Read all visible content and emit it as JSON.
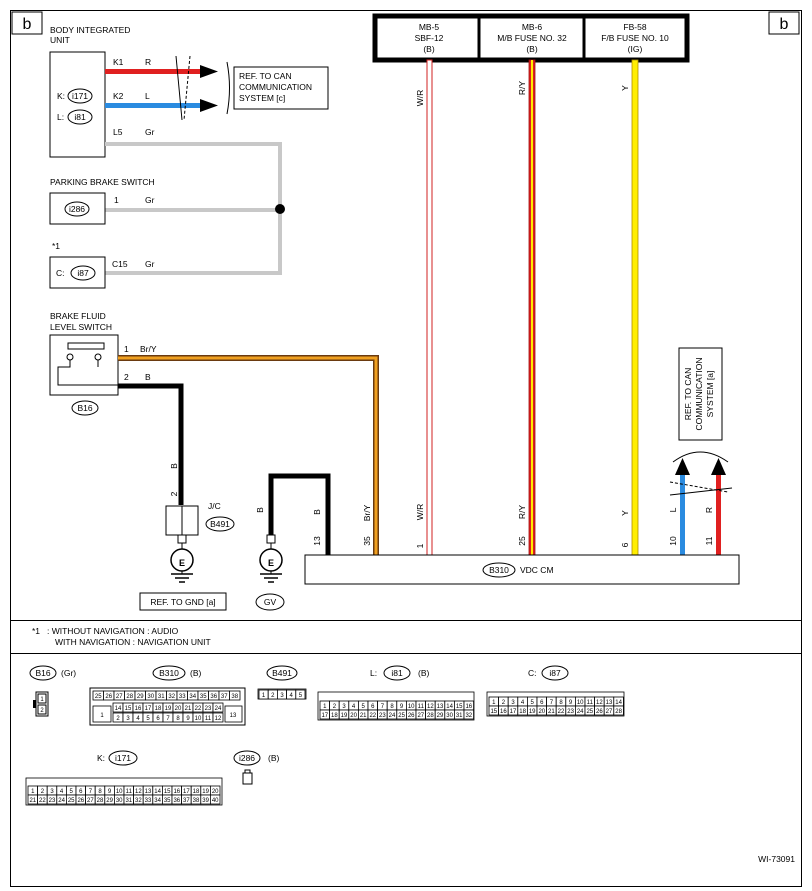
{
  "page": {
    "marker_left": "b",
    "marker_right": "b",
    "figure_id": "WI-73091"
  },
  "colors": {
    "R": "#e02020",
    "L": "#2a8be0",
    "Y": "#ffee00",
    "Gr": "#c8c8c8",
    "B": "#000000",
    "W": "#ffffff",
    "BrY": "#f0a020"
  },
  "fuses": [
    {
      "line1": "MB-5",
      "line2": "SBF-12",
      "line3": "(B)"
    },
    {
      "line1": "MB-6",
      "line2": "M/B FUSE NO. 32",
      "line3": "(B)"
    },
    {
      "line1": "FB-58",
      "line2": "F/B FUSE NO. 10",
      "line3": "(IG)"
    }
  ],
  "body_unit": {
    "title1": "BODY INTEGRATED",
    "title2": "UNIT",
    "conn_k_prefix": "K:",
    "conn_k": "i171",
    "conn_l_prefix": "L:",
    "conn_l": "i81",
    "wires": [
      {
        "pin": "K1",
        "color": "R"
      },
      {
        "pin": "K2",
        "color": "L"
      },
      {
        "pin": "L5",
        "color": "Gr"
      }
    ]
  },
  "ref_can_left": {
    "line1": "REF. TO CAN",
    "line2": "COMMUNICATION",
    "line3": "SYSTEM [c]"
  },
  "ref_can_right": {
    "line1": "REF. TO CAN",
    "line2": "COMMUNICATION",
    "line3": "SYSTEM [a]"
  },
  "parking_brake": {
    "title": "PARKING BRAKE SWITCH",
    "conn": "i286",
    "pin": "1",
    "color": "Gr"
  },
  "star_comp": {
    "mark": "*1",
    "prefix": "C:",
    "conn": "i87",
    "pin": "C15",
    "color": "Gr"
  },
  "brake_fluid": {
    "title1": "BRAKE FLUID",
    "title2": "LEVEL SWITCH",
    "conn": "B16",
    "pin1": "1",
    "color1": "Br/Y",
    "pin2": "2",
    "color2": "B"
  },
  "jc": {
    "label": "J/C",
    "conn": "B491",
    "wire_color": "B",
    "pin": "2",
    "ground_symbol": "E",
    "ref": "REF. TO GND [a]"
  },
  "gv": {
    "wire_color": "B",
    "ground_symbol": "E",
    "label": "GV"
  },
  "vdc": {
    "conn": "B310",
    "name": "VDC CM",
    "pins": [
      {
        "pin": "13",
        "color": "B"
      },
      {
        "pin": "35",
        "color": "Br/Y"
      },
      {
        "pin": "1",
        "color": "W/R"
      },
      {
        "pin": "25",
        "color": "R/Y"
      },
      {
        "pin": "6",
        "color": "Y"
      },
      {
        "pin": "10",
        "color": "L"
      },
      {
        "pin": "11",
        "color": "R"
      }
    ]
  },
  "top_wire_labels": {
    "w1": "W/R",
    "w2": "R/Y",
    "w3": "Y"
  },
  "notes": {
    "mark": "*1",
    "line1": ": WITHOUT NAVIGATION  : AUDIO",
    "line2": "WITH NAVIGATION  : NAVIGATION UNIT"
  },
  "legend": {
    "b16": {
      "name": "B16",
      "suffix": "(Gr)",
      "pins": [
        "1",
        "2"
      ]
    },
    "b310": {
      "name": "B310",
      "suffix": "(B)",
      "row1": [
        "25",
        "26",
        "27",
        "28",
        "29",
        "30",
        "31",
        "32",
        "33",
        "34",
        "35",
        "36",
        "37",
        "38"
      ],
      "row2": [
        "14",
        "15",
        "16",
        "17",
        "18",
        "19",
        "20",
        "21",
        "22",
        "23",
        "24"
      ],
      "row3": [
        "2",
        "3",
        "4",
        "5",
        "6",
        "7",
        "8",
        "9",
        "10",
        "11",
        "12"
      ],
      "left": "1",
      "right": "13"
    },
    "b491": {
      "name": "B491",
      "pins": [
        "1",
        "2",
        "3",
        "4",
        "5"
      ]
    },
    "i81": {
      "prefix": "L:",
      "name": "i81",
      "suffix": "(B)",
      "row1": [
        "1",
        "2",
        "3",
        "4",
        "5",
        "6",
        "7",
        "8",
        "9",
        "10",
        "11",
        "12",
        "13",
        "14",
        "15",
        "16"
      ],
      "row2": [
        "17",
        "18",
        "19",
        "20",
        "21",
        "22",
        "23",
        "24",
        "25",
        "26",
        "27",
        "28",
        "29",
        "30",
        "31",
        "32"
      ]
    },
    "i87": {
      "prefix": "C:",
      "name": "i87",
      "row1": [
        "1",
        "2",
        "3",
        "4",
        "5",
        "6",
        "7",
        "8",
        "9",
        "10",
        "11",
        "12",
        "13",
        "14"
      ],
      "row2": [
        "15",
        "16",
        "17",
        "18",
        "19",
        "20",
        "21",
        "22",
        "23",
        "24",
        "25",
        "26",
        "27",
        "28"
      ]
    },
    "i171": {
      "prefix": "K:",
      "name": "i171",
      "row1": [
        "1",
        "2",
        "3",
        "4",
        "5",
        "6",
        "7",
        "8",
        "9",
        "10",
        "11",
        "12",
        "13",
        "14",
        "15",
        "16",
        "17",
        "18",
        "19",
        "20"
      ],
      "row2": [
        "21",
        "22",
        "23",
        "24",
        "25",
        "26",
        "27",
        "28",
        "29",
        "30",
        "31",
        "32",
        "33",
        "34",
        "35",
        "36",
        "37",
        "38",
        "39",
        "40"
      ]
    },
    "i286": {
      "name": "i286",
      "suffix": "(B)"
    }
  }
}
